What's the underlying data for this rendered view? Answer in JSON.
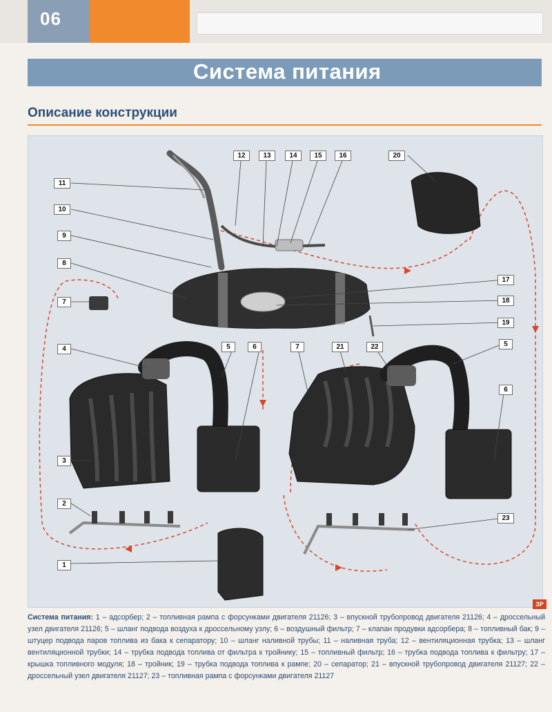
{
  "header": {
    "page_number": "06"
  },
  "page": {
    "title": "Система питания",
    "section_heading": "Описание конструкции"
  },
  "diagram": {
    "callouts": [
      {
        "n": "1"
      },
      {
        "n": "2"
      },
      {
        "n": "3"
      },
      {
        "n": "4"
      },
      {
        "n": "5"
      },
      {
        "n": "5"
      },
      {
        "n": "6"
      },
      {
        "n": "6"
      },
      {
        "n": "7"
      },
      {
        "n": "7"
      },
      {
        "n": "8"
      },
      {
        "n": "9"
      },
      {
        "n": "10"
      },
      {
        "n": "11"
      },
      {
        "n": "12"
      },
      {
        "n": "13"
      },
      {
        "n": "14"
      },
      {
        "n": "15"
      },
      {
        "n": "16"
      },
      {
        "n": "17"
      },
      {
        "n": "18"
      },
      {
        "n": "19"
      },
      {
        "n": "20"
      },
      {
        "n": "21"
      },
      {
        "n": "22"
      },
      {
        "n": "23"
      }
    ],
    "badge": "ЗР"
  },
  "caption": {
    "label": "Система питания:",
    "text": " 1 – адсорбер; 2 – топливная рампа с форсунками двигателя 21126; 3 – впускной трубопровод двигателя 21126; 4 – дроссельный узел двигателя 21126; 5 – шланг подвода воздуха к дроссельному узлу; 6 – воздушный фильтр; 7 – клапан продувки адсорбера; 8 – топливный бак; 9 – штуцер подвода паров топлива из бака к сепаратору; 10 – шланг наливной трубы; 11 – наливная труба; 12 – вентиляционная трубка; 13 – шланг вентиляционной трубки; 14 – трубка подвода топлива от фильтра к тройнику; 15 – топливный фильтр; 16 – трубка подвода топлива к фильтру; 17 – крышка топливного модуля; 18 – тройник; 19 – трубка подвода топлива к рампе; 20 – сепаратор; 21 – впускной трубопровод двигателя 21127; 22 – дроссельный узел двигателя 21127; 23 – топливная рампа с форсунками двигателя 21127"
  },
  "colors": {
    "title_band": "#7c9bb9",
    "accent_orange": "#f08a2c",
    "heading_blue": "#2b4f78",
    "dashed_line": "#d9462a"
  }
}
